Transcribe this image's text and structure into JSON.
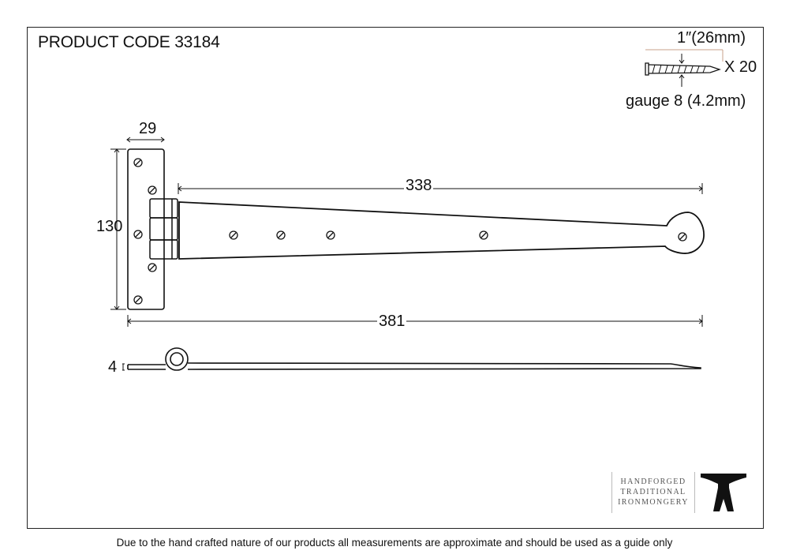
{
  "product_code": "PRODUCT CODE 33184",
  "screw": {
    "length": "1″(26mm)",
    "quantity": "X 20",
    "gauge": "gauge 8 (4.2mm)"
  },
  "dimensions": {
    "plate_width": "29",
    "plate_height": "130",
    "strap_length": "338",
    "overall_length": "381",
    "thickness": "4"
  },
  "brand": {
    "lines": [
      "HANDFORGED",
      "TRADITIONAL",
      "IRONMONGERY"
    ],
    "logo": "anvil-icon"
  },
  "footer": "Due to the hand crafted nature of our products all measurements are approximate and should be used as a guide only"
}
